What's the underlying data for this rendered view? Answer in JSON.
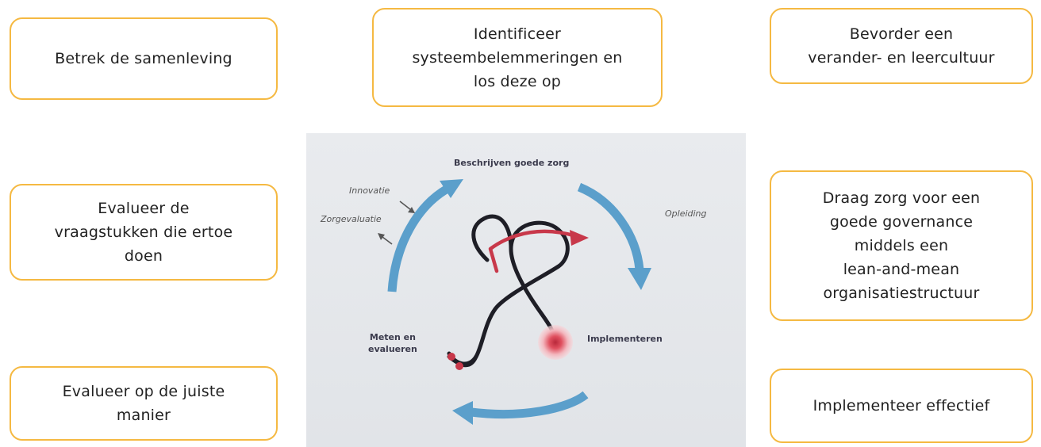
{
  "boxes": {
    "top_left": "Betrek de samenleving",
    "top_center": "Identificeer\nsysteembelemmeringen en\nlos deze op",
    "top_right": "Bevorder een\nverander- en leercultuur",
    "mid_left": "Evalueer de\nvraagstukken die ertoe\ndoen",
    "mid_right": "Draag zorg voor een\ngoede governance\nmiddels een\nlean-and-mean\norganisatiestructuur",
    "bottom_left": "Evalueer op de juiste\nmanier",
    "bottom_right": "Implementeer effectief"
  },
  "cycle": {
    "top": "Beschrijven goede zorg",
    "right": "Implementeren",
    "left": "Meten en\nevalueren",
    "innovatie": "Innovatie",
    "zorgevaluatie": "Zorgevaluatie",
    "opleiding": "Opleiding"
  },
  "colors": {
    "box_border": "#f5b942",
    "arrow": "#5b9fcb",
    "red": "#c8384a",
    "stethoscope": "#1e1e26",
    "panel_bg": "#e6e8eb"
  },
  "icons": [
    "cycle-arrow",
    "stethoscope-icon",
    "red-check-arrow"
  ]
}
